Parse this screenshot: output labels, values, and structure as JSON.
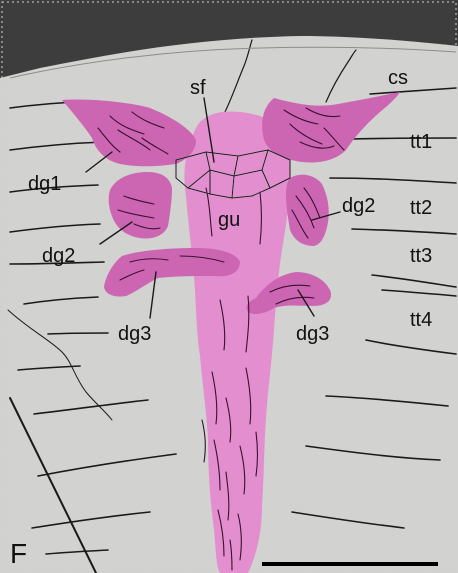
{
  "figure": {
    "panel_letter": "F",
    "colors": {
      "background": "#d2d2d0",
      "dark_band": "#3d3d3d",
      "gut_fill": "#e38fcf",
      "gland_fill": "#cc66b3",
      "outline": "#1a1a1a"
    },
    "labels": {
      "sf": "sf",
      "cs": "cs",
      "tt1": "tt1",
      "tt2": "tt2",
      "tt3": "tt3",
      "tt4": "tt4",
      "gu": "gu",
      "dg1": "dg1",
      "dg2_left": "dg2",
      "dg2_right": "dg2",
      "dg3_left": "dg3",
      "dg3_right": "dg3"
    }
  }
}
